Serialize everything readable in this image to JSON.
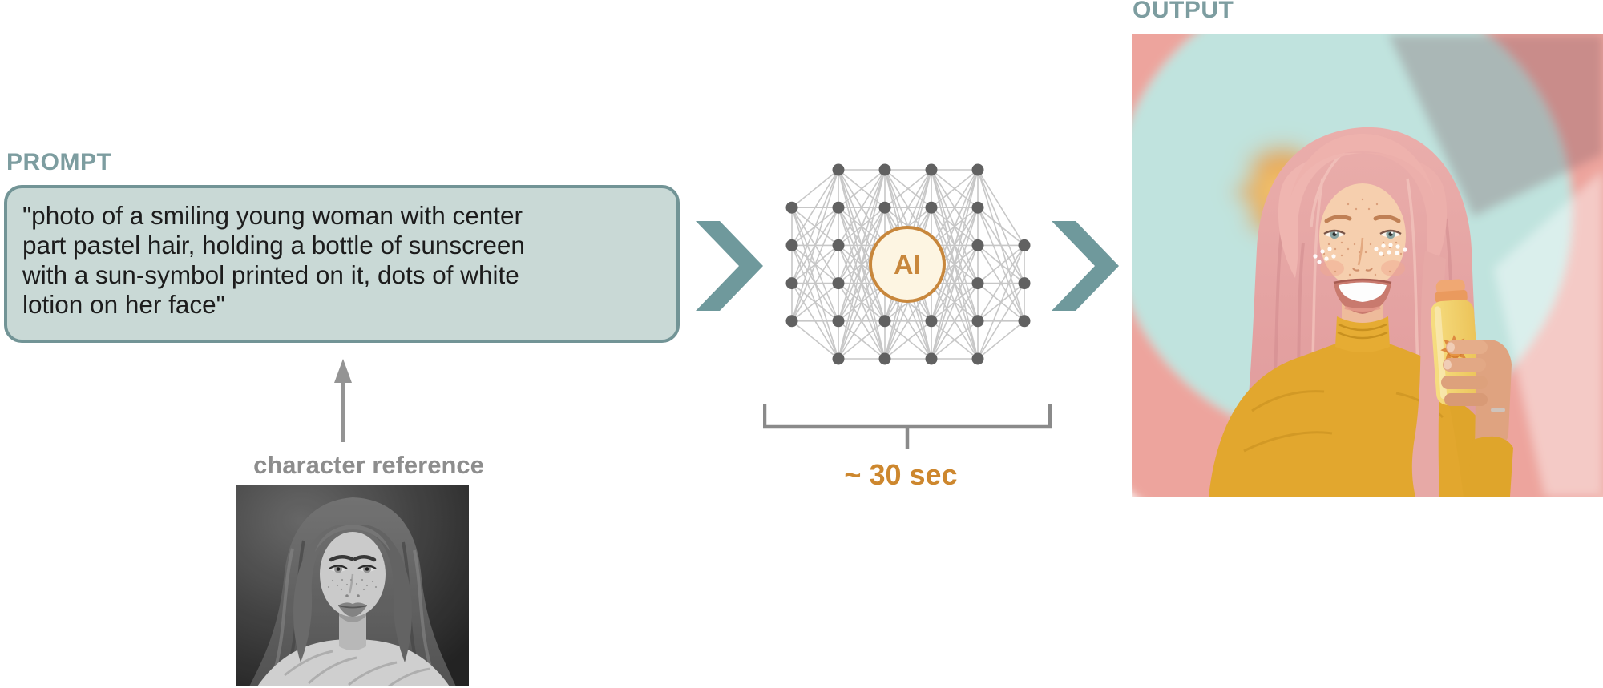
{
  "prompt_section": {
    "label": "PROMPT",
    "box_lines": [
      "\"photo of a smiling young woman with center",
      "part pastel hair, holding a bottle of sunscreen",
      "with a sun-symbol printed on it, dots of white",
      "lotion on her face\""
    ],
    "caption": "character reference",
    "reference_image": "grayscale-portrait-photo-young-woman-long-wavy-hair-freckles-knit-sweater"
  },
  "model_section": {
    "ai_label": "AI",
    "duration_label": "~ 30 sec",
    "network_icon": "neural-network-icon",
    "network": {
      "column_x_start": 38,
      "column_spacing": 58,
      "row_y_start": 32,
      "row_spacing": 47.2,
      "columns_rows": [
        [
          1,
          2,
          3,
          4
        ],
        [
          0,
          1,
          2,
          3,
          4,
          5
        ],
        [
          0,
          1,
          2,
          3,
          4,
          5
        ],
        [
          0,
          1,
          2,
          3,
          4,
          5
        ],
        [
          0,
          1,
          2,
          3,
          4,
          5
        ],
        [
          2,
          3,
          4
        ]
      ]
    }
  },
  "output_section": {
    "label": "OUTPUT",
    "output_image": "pastel-photo-smiling-young-woman-center-part-pink-hair-mustard-sweater-holding-yellow-sunscreen-bottle-sun-symbol-white-lotion-dots-on-face"
  },
  "colors": {
    "teal_label": "#7d9da0",
    "box_fill": "#c9d9d6",
    "box_border": "#729496",
    "chevron": "#6f999c",
    "caption_gray": "#8d8d8d",
    "arrow_gray": "#949494",
    "bracket_gray": "#8a8a8a",
    "node_gray": "#616161",
    "edge_gray": "#c7c7c7",
    "ai_orange": "#c8873c",
    "ai_fill": "#fdf5e2",
    "duration_orange": "#cd872e",
    "prompt_text": "#1c1c1c"
  }
}
